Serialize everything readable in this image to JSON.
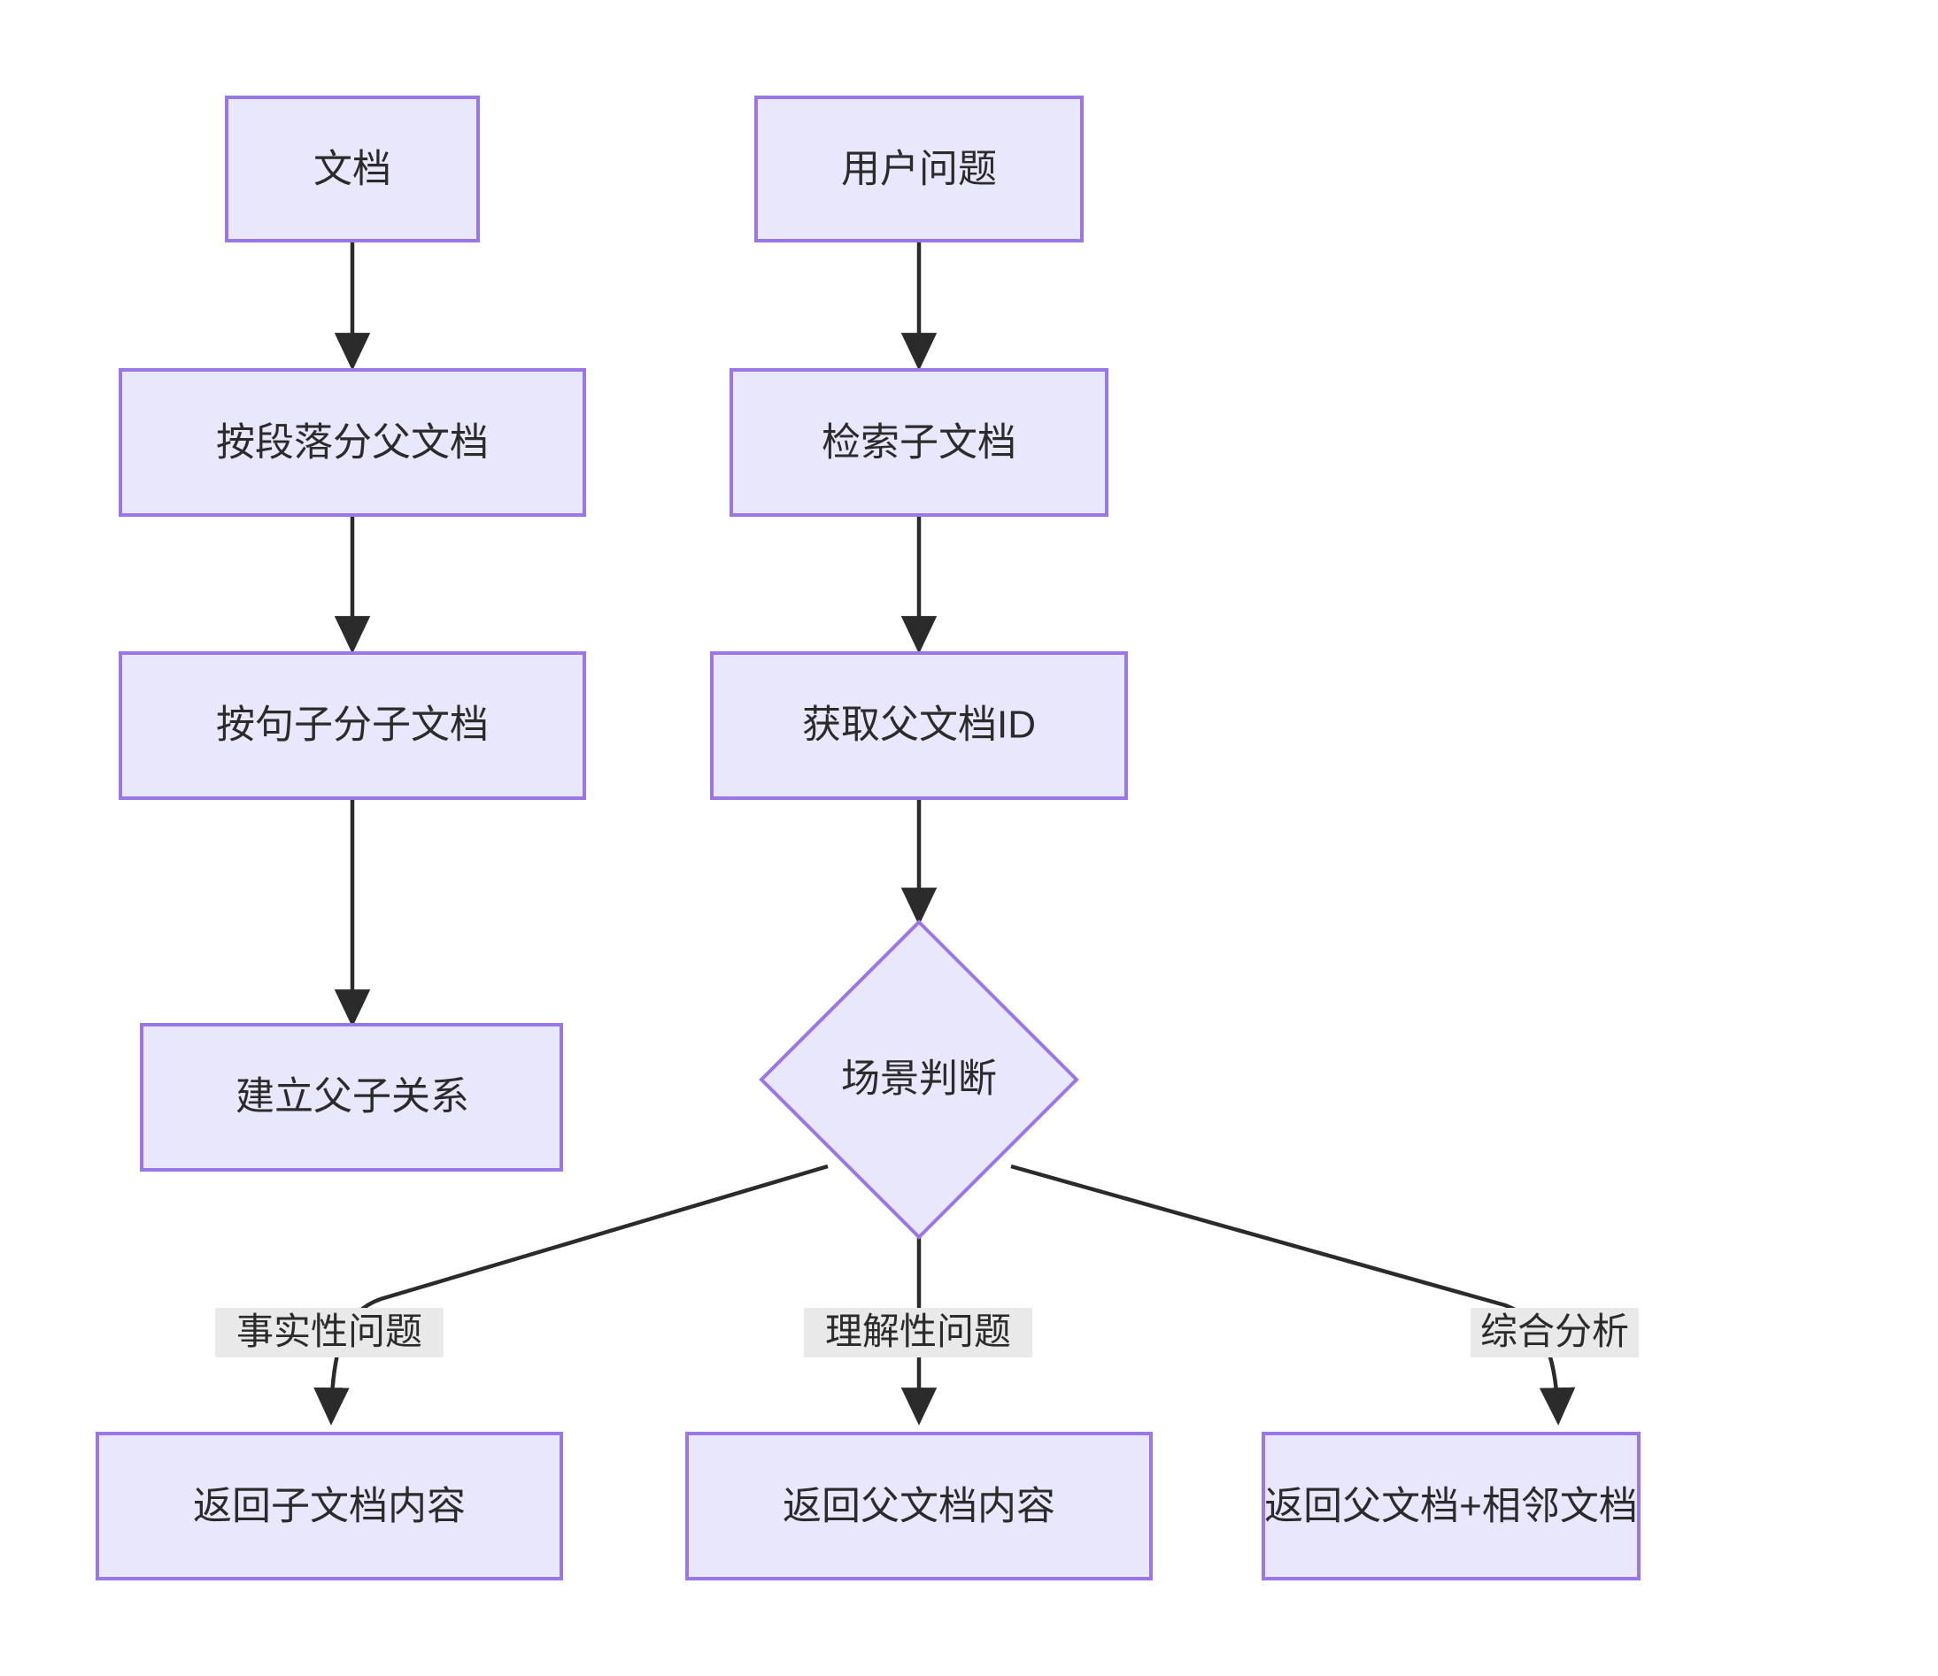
{
  "diagram": {
    "type": "flowchart",
    "direction": "top-to-bottom",
    "theme": {
      "node_fill": "#e9e7fb",
      "node_border": "#9a77e8",
      "edge_color": "#2b2b2b",
      "edge_label_background": "#e9e9e9",
      "text_color": "#2b2b2b",
      "canvas_background": "#ffffff"
    },
    "nodes": [
      {
        "id": "n1",
        "shape": "rect",
        "label": "文档"
      },
      {
        "id": "n2",
        "shape": "rect",
        "label": "用户问题"
      },
      {
        "id": "n3",
        "shape": "rect",
        "label": "按段落分父文档"
      },
      {
        "id": "n4",
        "shape": "rect",
        "label": "检索子文档"
      },
      {
        "id": "n5",
        "shape": "rect",
        "label": "按句子分子文档"
      },
      {
        "id": "n6",
        "shape": "rect",
        "label": "获取父文档ID"
      },
      {
        "id": "n7",
        "shape": "rect",
        "label": "建立父子关系"
      },
      {
        "id": "n8",
        "shape": "diamond",
        "label": "场景判断"
      },
      {
        "id": "n9",
        "shape": "rect",
        "label": "返回子文档内容"
      },
      {
        "id": "n10",
        "shape": "rect",
        "label": "返回父文档内容"
      },
      {
        "id": "n11",
        "shape": "rect",
        "label": "返回父文档+相邻文档"
      }
    ],
    "edges": [
      {
        "from": "n1",
        "to": "n3",
        "label": ""
      },
      {
        "from": "n3",
        "to": "n5",
        "label": ""
      },
      {
        "from": "n5",
        "to": "n7",
        "label": ""
      },
      {
        "from": "n2",
        "to": "n4",
        "label": ""
      },
      {
        "from": "n4",
        "to": "n6",
        "label": ""
      },
      {
        "from": "n6",
        "to": "n8",
        "label": ""
      },
      {
        "from": "n8",
        "to": "n9",
        "label": "事实性问题"
      },
      {
        "from": "n8",
        "to": "n10",
        "label": "理解性问题"
      },
      {
        "from": "n8",
        "to": "n11",
        "label": "综合分析"
      }
    ],
    "edge_labels": {
      "branch_left": "事实性问题",
      "branch_middle": "理解性问题",
      "branch_right": "综合分析"
    }
  }
}
